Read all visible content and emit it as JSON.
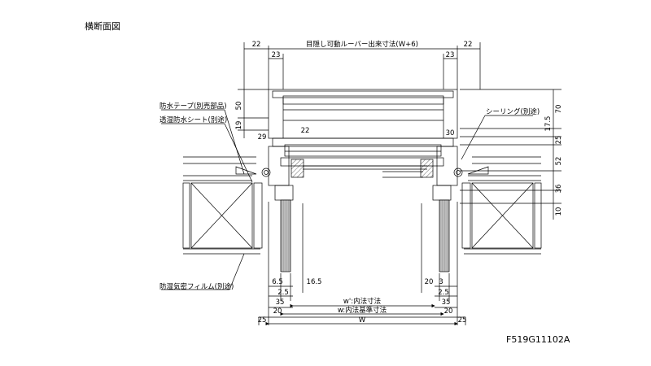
{
  "header": {
    "title": "横断面図"
  },
  "footer": {
    "drawing_code": "F519G11102A"
  },
  "dims": {
    "top_overall": "目隠し可動ルーバー出来寸法(W+6)",
    "top_left_22": "22",
    "top_right_22": "22",
    "top_left_23": "23",
    "top_right_23": "23",
    "left_50": "50",
    "left_19": "19",
    "left_29": "29",
    "inner_22": "22",
    "right_30": "30",
    "right_70": "70",
    "right_17_5": "17.5",
    "right_25": "25",
    "right_52": "52",
    "right_36": "36",
    "right_10": "10",
    "bot_6_5": "6.5",
    "bot_2_5": "2.5",
    "bot_16_5": "16.5",
    "bot_20_a": "20",
    "bot_3": "3",
    "bot_2_5_b": "2.5",
    "bot_35_l": "35",
    "bot_35_r": "35",
    "inner_w_prime": "w':内法寸法",
    "bot_20_l": "20",
    "bot_20_r": "20",
    "inner_w": "w:内法基準寸法",
    "bot_25_l": "25",
    "bot_25_r": "25",
    "overall_W": "W"
  },
  "labels": {
    "waterproof_tape": "防水テープ(別売部品)",
    "breathable_sheet": "透湿防水シート(別途)",
    "sealing": "シーリング(別途)",
    "vapor_film": "防湿気密フィルム(別途)"
  }
}
